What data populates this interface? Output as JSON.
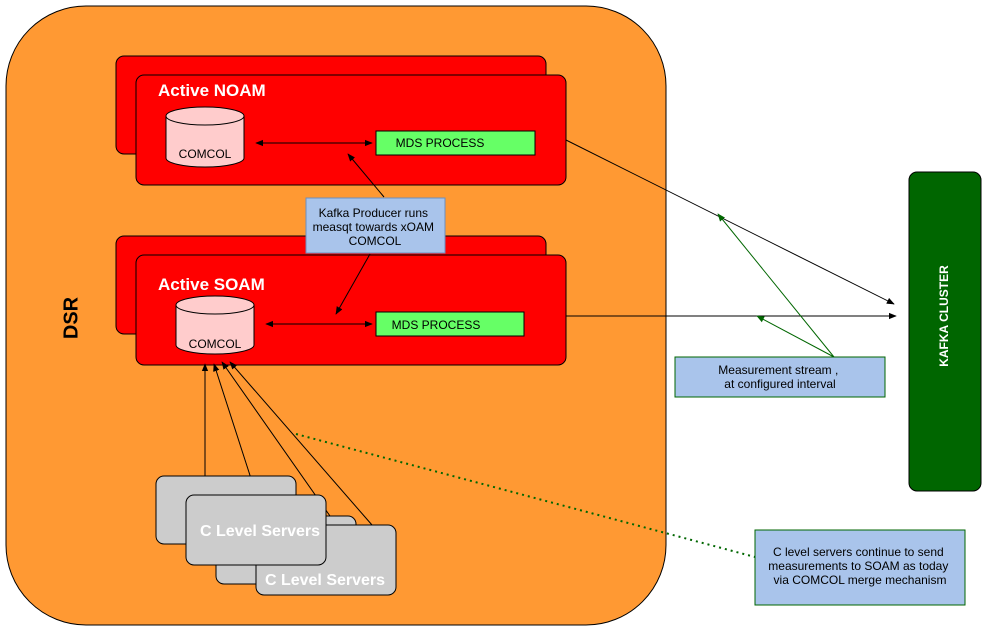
{
  "dsr": {
    "label": "DSR"
  },
  "noam": {
    "title": "Active NOAM",
    "db_label": "COMCOL",
    "process_label": "MDS PROCESS"
  },
  "soam": {
    "title": "Active SOAM",
    "db_label": "COMCOL",
    "process_label": "MDS PROCESS"
  },
  "kafka_producer_note": {
    "lines": [
      "Kafka Producer runs",
      "measqt towards xOAM",
      "COMCOL"
    ]
  },
  "c_level_servers": {
    "front_label": "C Level Servers",
    "back_label": "C Level Servers"
  },
  "kafka_cluster": {
    "label": "KAFKA CLUSTER"
  },
  "measurement_note": {
    "lines": [
      "Measurement stream ,",
      "at configured interval"
    ]
  },
  "c_level_note": {
    "lines": [
      "C level  servers continue to send",
      "measurements to SOAM as today",
      "via COMCOL merge mechanism"
    ]
  },
  "colors": {
    "dsr_fill": "#FF9933",
    "oam_fill": "#FF0000",
    "db_fill": "#FFCCCC",
    "process_fill": "#66FF66",
    "note_fill": "#A9C4EB",
    "kafka_fill": "#006600",
    "server_fill": "#CCCCCC"
  }
}
